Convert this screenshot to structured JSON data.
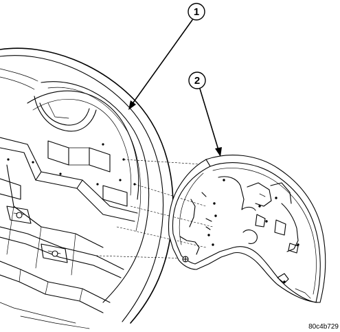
{
  "callouts": [
    {
      "label": "1"
    },
    {
      "label": "2"
    }
  ],
  "figure_code": "80c4b729"
}
